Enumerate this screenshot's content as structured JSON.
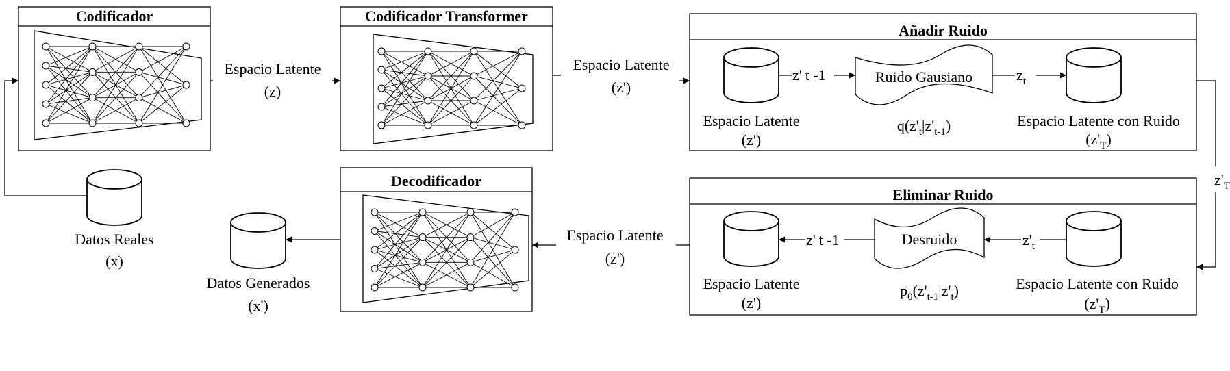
{
  "encoder": {
    "title": "Codificador"
  },
  "transformer": {
    "title": "Codificador Transformer"
  },
  "decoder": {
    "title": "Decodificador"
  },
  "add_noise": {
    "title": "Añadir Ruido",
    "source_db": {
      "line1": "Espacio Latente",
      "line2": "(z')"
    },
    "edge_in": {
      "base": "z'",
      "sub": "t -1"
    },
    "process": {
      "label": "Ruido Gausiano"
    },
    "edge_out": {
      "base": "z",
      "sub": "t"
    },
    "formula": {
      "a": "q(z'",
      "b": "t",
      "c": "|z'",
      "d": "t-1",
      "e": ")"
    },
    "target_db": {
      "line1": "Espacio Latente con Ruido",
      "line2a": "(z'",
      "line2b": "T",
      "line2c": ")"
    }
  },
  "remove_noise": {
    "title": "Eliminar Ruido",
    "target_db": {
      "line1": "Espacio Latente",
      "line2": "(z')"
    },
    "edge_out": {
      "base": "z'",
      "sub": "t -1"
    },
    "process": {
      "label": "Desruido"
    },
    "edge_in": {
      "base": "z'",
      "sub": "t"
    },
    "formula": {
      "a": "p",
      "b": "0",
      "c": "(z'",
      "d": "t-1",
      "e": "|z'",
      "f": "t",
      "g": ")"
    },
    "source_db": {
      "line1": "Espacio Latente con Ruido",
      "line2a": "(z'",
      "line2b": "T",
      "line2c": ")"
    }
  },
  "connector_zT": {
    "base": "z'",
    "sub": "T"
  },
  "edge_z": {
    "line1": "Espacio Latente",
    "line2": "(z)"
  },
  "edge_zprime_top": {
    "line1": "Espacio Latente",
    "line2": "(z')"
  },
  "edge_zprime_bottom": {
    "line1": "Espacio Latente",
    "line2": "(z')"
  },
  "real_data": {
    "line1": "Datos Reales",
    "line2": "(x)"
  },
  "generated_data": {
    "line1": "Datos Generados",
    "line2": "(x')"
  },
  "network": {
    "layers": [
      5,
      4,
      4,
      3
    ]
  }
}
